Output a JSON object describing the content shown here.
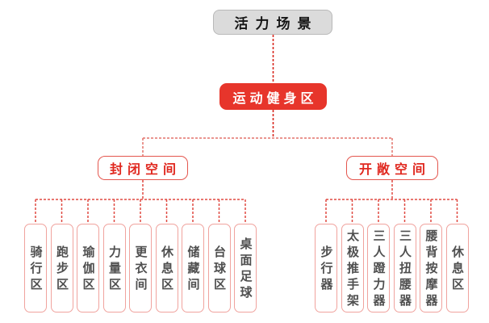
{
  "diagram": {
    "root": {
      "label": "活力场景"
    },
    "zone": {
      "label": "运动健身区"
    },
    "branches": [
      {
        "label": "封闭空间",
        "children": [
          "骑行区",
          "跑步区",
          "瑜伽区",
          "力量区",
          "更衣间",
          "休息区",
          "储藏间",
          "台球区",
          "桌面足球"
        ]
      },
      {
        "label": "开敞空间",
        "children": [
          "步行器",
          "太极推手架",
          "三人蹬力器",
          "三人扭腰器",
          "腰背按摩器",
          "休息区"
        ]
      }
    ],
    "colors": {
      "accent_red": "#e7352b",
      "root_gray": "#dbdbdb",
      "branch_border_red": "#e4564e",
      "branch_text_red": "#e0281f",
      "leaf_border_pink": "#f0a39e",
      "leaf_text_gray": "#4f4f4f",
      "connector_red": "#dd3a31"
    }
  }
}
